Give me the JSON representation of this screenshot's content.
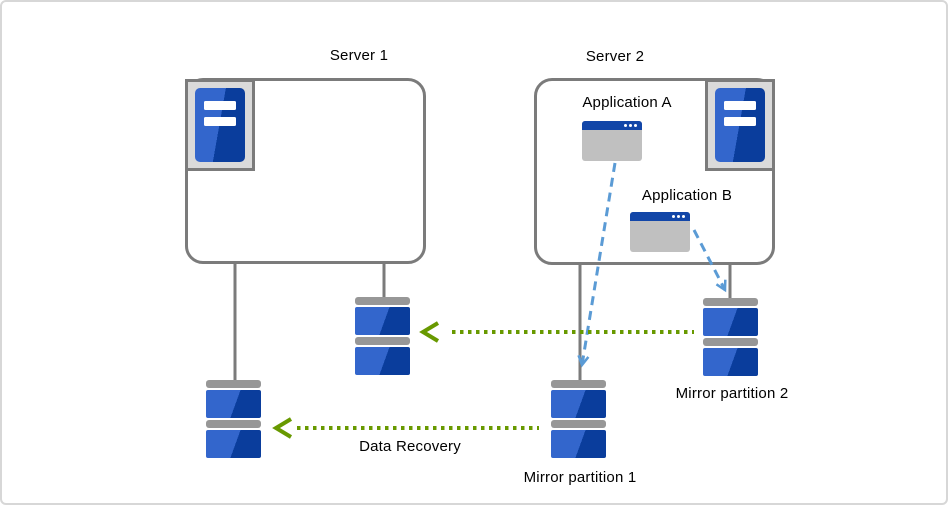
{
  "labels": {
    "server1": "Server 1",
    "server2": "Server 2",
    "app_a": "Application A",
    "app_b": "Application B",
    "mirror1": "Mirror partition 1",
    "mirror2": "Mirror partition 2",
    "data_recovery": "Data Recovery"
  },
  "icons": {
    "server_tower": "server-tower-icon",
    "app_window": "application-window-icon",
    "disk_partition": "disk-partition-icon"
  },
  "colors": {
    "partition_blue_light": "#3366cc",
    "partition_blue_dark": "#0a3d9c",
    "titlebar_blue": "#1246a8",
    "window_body_gray": "#c0c0c0",
    "icon_bg_gray": "#dadada",
    "border_gray": "#7b7b7b",
    "disk_cap_gray": "#979797",
    "arrow_green": "#689900",
    "arrow_blue": "#5b9bd5",
    "frame_gray": "#d7d7d7"
  }
}
